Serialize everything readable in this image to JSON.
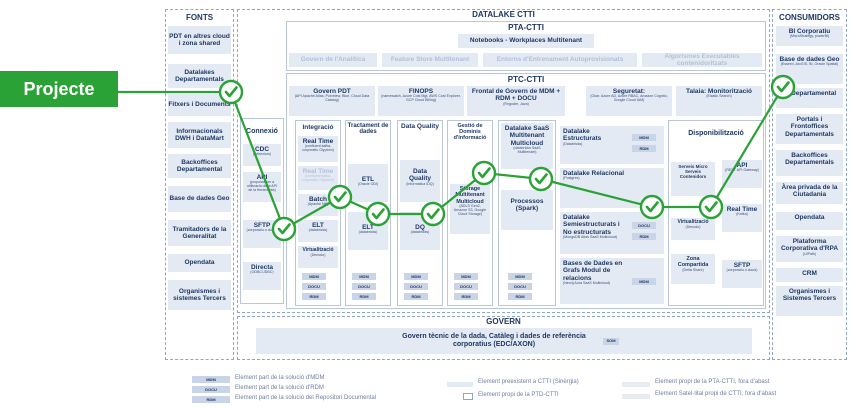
{
  "colors": {
    "green": "#2aa236",
    "navy": "#1f3864",
    "box": "#e4eaf4",
    "tag": "#c9d4e7"
  },
  "callout": "Projecte",
  "fonts": {
    "title": "FONTS",
    "items": [
      "PDT en altres cloud i zona shared",
      "Datalakes Departamentals",
      "Fitxers i Documents",
      "Informacionals DWH i DataMart",
      "Backoffices Departamental",
      "Base de dades Geo",
      "Tramitadors de la Generalitat",
      "Opendata",
      "Organismes i sistemes Tercers"
    ]
  },
  "datalake": {
    "title": "DATALAKE CTTI",
    "pta": {
      "title": "PTA-CTTI",
      "notebooks": "Notebooks - Workplaces Multitenant",
      "items": [
        "Govern de l'Analítica",
        "Feature Store Multitenant",
        "Entorns d'Entrenament Autoprovisionats",
        "Algorismes Executables contenidoritzats"
      ]
    },
    "ptc": {
      "title": "PTC-CTTI",
      "gov_pdt": {
        "title": "Govern PDT",
        "sub": "(API Apache Atlas, Purveiew, Blue, Cloud Data Catalog)"
      },
      "finops": {
        "title": "FINOPS",
        "sub": "(namewatch, Azure Cost Mgt, AWS Cost Explorer, GCP Cloud Billing)"
      },
      "frontal": {
        "title": "Frontal de Govern de MDM + RDM + DOCU",
        "sub": "(Reguder, Java)"
      },
      "seguretat": {
        "title": "Seguretat:",
        "sub": "(Okar, Azure AD, Azure RBAC, Amazon Cognito, Google Cloud IAM)"
      },
      "talaia": {
        "title": "Talaia: Monitorització",
        "sub": "(Elastic Search)"
      },
      "connexio": {
        "title": "Connexió",
        "items": [
          "CDC",
          "API",
          "SFTP",
          "Directa"
        ],
        "subs": [
          "(debezium)",
          "(proposta per a utilització de la API de la ferramenta)",
          "(corporatiu o cloud)",
          "(ODBC/JDBC)"
        ]
      },
      "integracio": {
        "title": "Integració",
        "items": [
          "Real Time",
          "Real Time",
          "Batch",
          "ELT",
          "Virtualització"
        ],
        "subs": [
          "(confluent kafka, corporatiu Glyptom)",
          "(confluent kafka, corporatiu Glyptom)",
          "(Apache Nifi)",
          "(databricks)",
          "(Denodo)"
        ]
      },
      "tractament": {
        "title": "Tractament de dades",
        "items": [
          "ETL",
          "ELT"
        ],
        "subs": [
          "(Oracle ODI)",
          "(databricks)"
        ]
      },
      "quality": {
        "title": "Data Quality",
        "items": [
          "Data Quality",
          "DQ"
        ],
        "subs": [
          "(Informatica IDQ)",
          "(databricks)"
        ]
      },
      "gestio": {
        "title": "Gestió de Dominis d'informació",
        "storage": "Storage Multitenant Multicloud",
        "storage_sub": "(ADLS Gen2, Amazon S3, Google Cloud Storage)"
      },
      "saas": {
        "title": "Datalake SaaS Multitenant Multicloud",
        "sub": "(databricks SaaS Multitenant)",
        "proc": "Processos (Spark)"
      },
      "datalake_items": [
        {
          "title": "Datalake Estructurats",
          "sub": "(Databricks)"
        },
        {
          "title": "Datalake Relacional",
          "sub": "(Postgres)"
        },
        {
          "title": "Datalake Semiestructurats i No estructurats",
          "sub": "(MongoDB Atlas SaaS Multicloud)"
        },
        {
          "title": "Bases de Dades en Grafs Modul de relacions",
          "sub": "(Neo4j Aura SaaS Multicloud)"
        }
      ],
      "dispo": {
        "title": "Disponibilització",
        "serveis": "Serveis Micro Serveis Contenidors",
        "api": "API",
        "api_sub": "(REST API Gateway)",
        "rt": "Real Time",
        "rt_sub": "(Kafka)",
        "virt": "Virtualització",
        "virt_sub": "(Denodo)",
        "zona": "Zona Compartida",
        "zona_sub": "(Delta Share)",
        "sftp": "SFTP",
        "sftp_sub": "(corporatiu o cloud)"
      }
    }
  },
  "tags": {
    "mdm": "MDM",
    "docu": "DOCU",
    "rdm": "RDM"
  },
  "consumidors": {
    "title": "CONSUMIDORS",
    "items": [
      "BI Corporatiu",
      "Base de dades Geo",
      "BI Departamental",
      "Portals i Frontoffices Departamentals",
      "Backoffices Departamentals",
      "Àrea privada de la Ciutadania",
      "Opendata",
      "Plataforma Corporativa d'RPA",
      "CRM",
      "Organismes i Sistemes Tercers"
    ],
    "subs": [
      "(MicroStrategy, powerBI)",
      "(Esservi, ArcGIS, BI, Oracle Spatial)",
      "",
      "",
      "",
      "",
      "",
      "(UIPath)",
      "",
      ""
    ]
  },
  "governance": {
    "title": "GOVERN",
    "text": "Govern tècnic de la dada, Catàleg i dades de referència corporatius (EDC/AXON)",
    "tag": "SOM"
  },
  "legend": {
    "left": [
      [
        "MDM",
        "Element part de la solució d'MDM"
      ],
      [
        "DOCU",
        "Element part de la solució d'RDM"
      ],
      [
        "RDM",
        "Element part de la solució del Repositori Documental"
      ]
    ],
    "mid": [
      "Element preexistent a CTTI (Sinèrgia)",
      "Element propi de la PTD-CTTI"
    ],
    "right": [
      "Element propi de la PTA-CTTI, fora d'abast",
      "Element Satel·lital propi de CTTI, fora d'abast"
    ]
  }
}
